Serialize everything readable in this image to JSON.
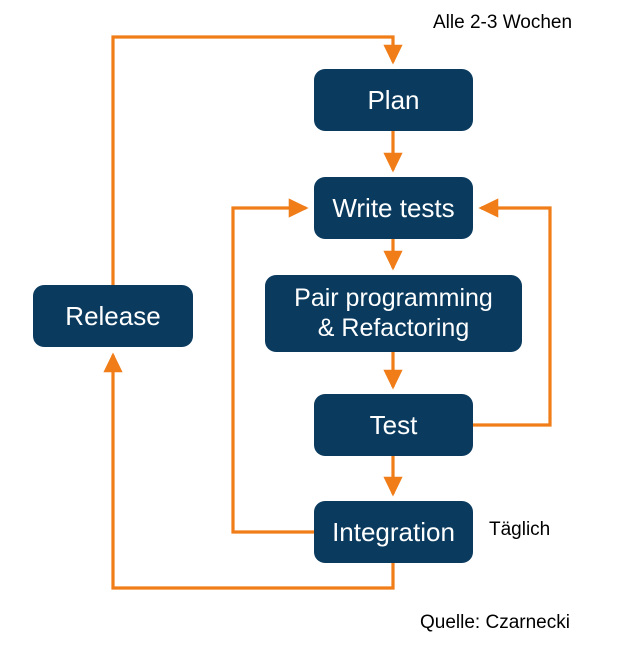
{
  "diagram": {
    "title_visible": false,
    "colors": {
      "node_fill": "#0a3a5e",
      "node_text": "#ffffff",
      "edge": "#f07d18",
      "background": "#ffffff",
      "caption_text": "#000000"
    },
    "nodes": [
      {
        "id": "plan",
        "label": "Plan"
      },
      {
        "id": "write-tests",
        "label": "Write tests"
      },
      {
        "id": "pair",
        "label": "Pair programming\n& Refactoring"
      },
      {
        "id": "test",
        "label": "Test"
      },
      {
        "id": "integration",
        "label": "Integration"
      },
      {
        "id": "release",
        "label": "Release"
      }
    ],
    "captions": {
      "iteration_cadence": "Alle 2-3 Wochen",
      "daily_cadence": "Täglich",
      "source": "Quelle: Czarnecki"
    },
    "edges": [
      {
        "from": "release-loop-top",
        "to": "plan",
        "kind": "arrow-down"
      },
      {
        "from": "plan",
        "to": "write-tests",
        "kind": "arrow-down"
      },
      {
        "from": "write-tests",
        "to": "pair",
        "kind": "arrow-down"
      },
      {
        "from": "pair",
        "to": "test",
        "kind": "arrow-down"
      },
      {
        "from": "test",
        "to": "integration",
        "kind": "arrow-down"
      },
      {
        "from": "test",
        "to": "write-tests",
        "kind": "feedback-right"
      },
      {
        "from": "integration",
        "to": "write-tests",
        "kind": "feedback-left"
      },
      {
        "from": "integration",
        "to": "release",
        "kind": "arrow-up-left-loop"
      }
    ]
  }
}
